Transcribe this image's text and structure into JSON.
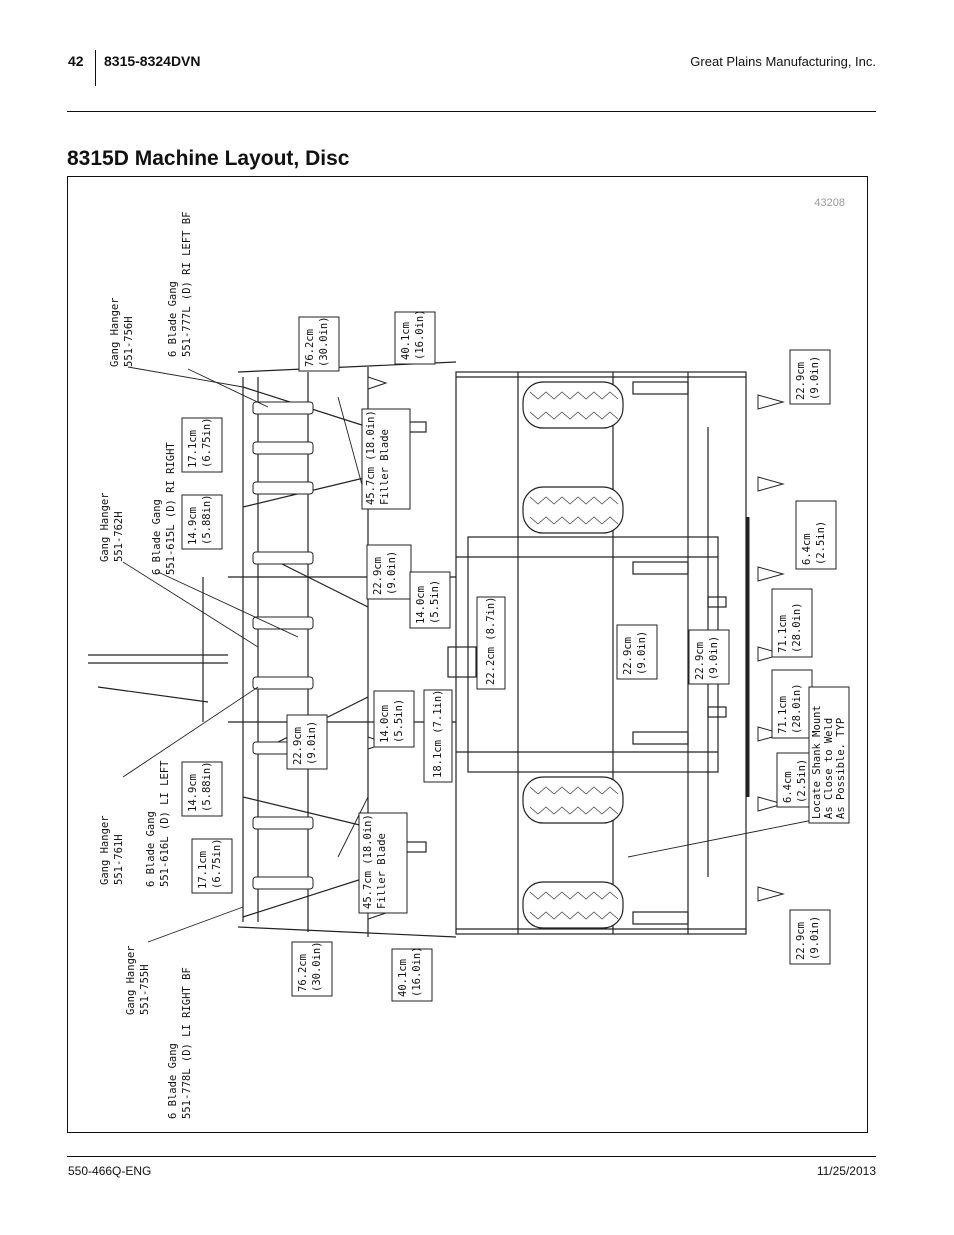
{
  "header": {
    "page_number": "42",
    "model": "8315-8324DVN",
    "company": "Great Plains Manufacturing, Inc."
  },
  "title": "8315D Machine Layout, Disc",
  "figure": {
    "number": "43208",
    "callouts": {
      "hanger_756": [
        "Gang Hanger",
        "551-756H"
      ],
      "gang_777": [
        "6 Blade Gang",
        "551-777L (D) RI LEFT BF"
      ],
      "gang_615": [
        "6 Blade Gang",
        "551-615L (D) RI RIGHT"
      ],
      "hanger_762": [
        "Gang Hanger",
        "551-762H"
      ],
      "hanger_761": [
        "Gang Hanger",
        "551-761H"
      ],
      "gang_616": [
        "6 Blade Gang",
        "551-616L (D) LI LEFT"
      ],
      "hanger_755": [
        "Gang Hanger",
        "551-755H"
      ],
      "gang_778": [
        "6 Blade Gang",
        "551-778L (D) LI RIGHT BF"
      ],
      "note": [
        "Locate Shank Mount",
        "As Close to Weld",
        "As Possible.  TYP"
      ]
    },
    "dims": {
      "d_171_top": [
        "17.1cm",
        "(6.75in)"
      ],
      "d_149_top": [
        "14.9cm",
        "(5.88in)"
      ],
      "d_762_top": [
        "76.2cm",
        "(30.0in)"
      ],
      "d_401_top": [
        "40.1cm",
        "(16.0in)"
      ],
      "d_457_top": [
        "45.7cm  (18.0in)",
        "Filler Blade"
      ],
      "d_229_a": [
        "22.9cm",
        "(9.0in)"
      ],
      "d_140_a": [
        "14.0cm",
        "(5.5in)"
      ],
      "d_222": [
        "22.2cm (8.7in)"
      ],
      "d_140_b": [
        "14.0cm",
        "(5.5in)"
      ],
      "d_181": [
        "18.1cm (7.1in)"
      ],
      "d_229_b": [
        "22.9cm",
        "(9.0in)"
      ],
      "d_149_bot": [
        "14.9cm",
        "(5.88in)"
      ],
      "d_171_bot": [
        "17.1cm",
        "(6.75in)"
      ],
      "d_457_bot": [
        "45.7cm  (18.0in)",
        "Filler Blade"
      ],
      "d_762_bot": [
        "76.2cm",
        "(30.0in)"
      ],
      "d_401_bot": [
        "40.1cm",
        "(16.0in)"
      ],
      "d_229_c": [
        "22.9cm",
        "(9.0in)"
      ],
      "d_229_d": [
        "22.9cm",
        "(9.0in)"
      ],
      "d_229_r_top": [
        "22.9cm",
        "(9.0in)"
      ],
      "d_64_top": [
        "6.4cm",
        "(2.5in)"
      ],
      "d_711_top": [
        "71.1cm",
        "(28.0in)"
      ],
      "d_711_bot": [
        "71.1cm",
        "(28.0in)"
      ],
      "d_64_bot": [
        "6.4cm",
        "(2.5in)"
      ],
      "d_229_r_bot": [
        "22.9cm",
        "(9.0in)"
      ]
    }
  },
  "footer": {
    "doc_number": "550-466Q-ENG",
    "date": "11/25/2013"
  }
}
